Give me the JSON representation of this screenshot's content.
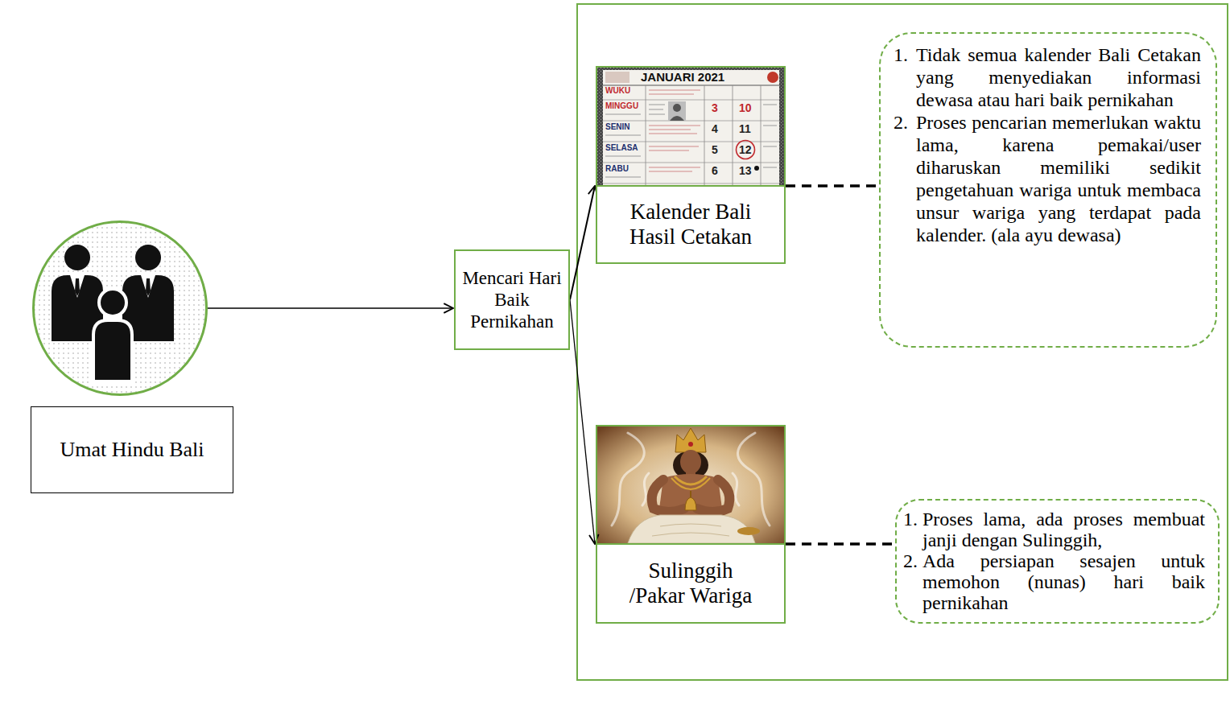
{
  "diagram": {
    "nodes": [
      {
        "text": [
          "Umat Hindu Bali"
        ]
      },
      {
        "text": [
          "Mencari Hari Baik Pernikahan"
        ]
      },
      {
        "text": [
          "Kalender Bali Hasil Cetakan"
        ]
      },
      {
        "text": [
          "1.",
          "Tidak semua kalender Bali Cetakan yang menyediakan informasi dewasa atau hari baik pernikahan",
          "2.",
          "Proses pencarian memerlukan waktu lama, karena pemakai/user diharuskan memiliki sedikit pengetahuan wariga untuk membaca unsur wariga yang terdapat pada kalender. (ala ayu dewasa)"
        ]
      },
      {
        "text": [
          "Sulinggih /Pakar Wariga"
        ]
      },
      {
        "text": [
          "1.",
          "Proses lama, ada proses membuat janji dengan Sulinggih,",
          "2.",
          "Ada persiapan sesajen untuk memohon (nunas) hari baik pernikahan"
        ]
      }
    ],
    "edges": [
      {
        "from": 0,
        "to": 1,
        "arrow": "to"
      },
      {
        "from": 1,
        "to": 2,
        "arrow": "to"
      },
      {
        "from": 1,
        "to": 4,
        "arrow": "to"
      },
      {
        "from": 2,
        "to": 3,
        "arrow": "none"
      },
      {
        "from": 4,
        "to": 5,
        "arrow": "none"
      }
    ],
    "labels": [
      "JANUARI 2021",
      "WUKU",
      "MINGGU",
      "SENIN",
      "SELASA",
      "RABU",
      "3",
      "10",
      "4",
      "11",
      "5",
      "12",
      "6",
      "13"
    ]
  }
}
